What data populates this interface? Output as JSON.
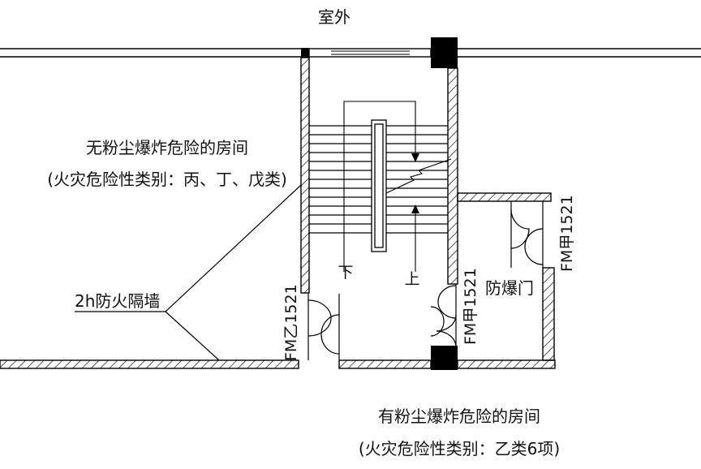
{
  "labels": {
    "outdoor": "室外",
    "room_no_dust_line1": "无粉尘爆炸危险的房间",
    "room_no_dust_line2": "(火灾危险性类别：丙、丁、戊类)",
    "room_dust_line1": "有粉尘爆炸危险的房间",
    "room_dust_line2": "(火灾危险性类别：乙类6项)",
    "fire_wall": "2h防火隔墙",
    "explosion_door": "防爆门",
    "stair_down": "下",
    "stair_up": "上",
    "door_fmz": "FM乙1521",
    "door_fmj_stair": "FM甲1521",
    "door_fmj_vestibule": "FM甲1521"
  }
}
